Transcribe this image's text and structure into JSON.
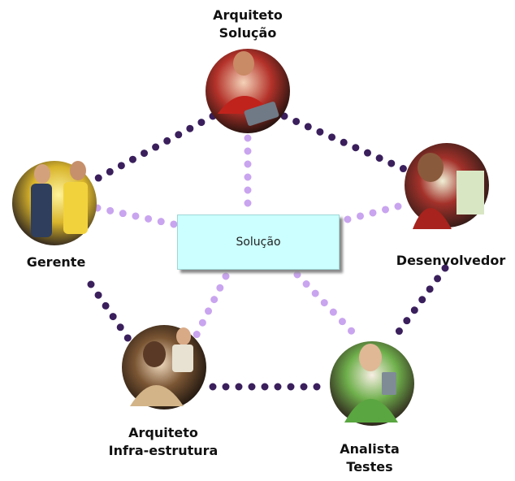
{
  "center": {
    "label": "Solução"
  },
  "roles": {
    "arquiteto_solucao": {
      "line1": "Arquiteto",
      "line2": "Solução"
    },
    "gerente": {
      "line1": "Gerente"
    },
    "desenvolvedor": {
      "line1": "Desenvolvedor"
    },
    "arquiteto_infra": {
      "line1": "Arquiteto",
      "line2": "Infra-estrutura"
    },
    "analista_testes": {
      "line1": "Analista",
      "line2": "Testes"
    }
  },
  "colors": {
    "outer_dots": "#3a1f5c",
    "inner_dots": "#c9a4ef",
    "center_fill": "#ccffff"
  }
}
